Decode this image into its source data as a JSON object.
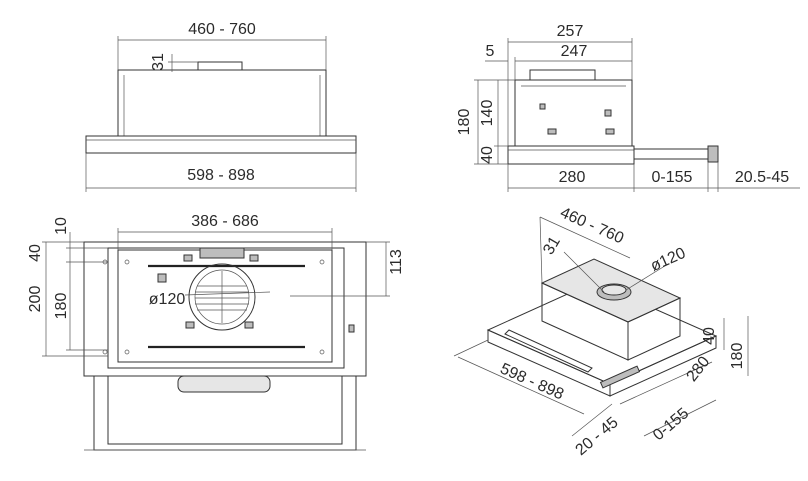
{
  "front_view": {
    "width_range": "460 - 760",
    "height_top": "31",
    "base_width": "598 - 898"
  },
  "side_view": {
    "depth_total": "257",
    "depth_inner": "247",
    "offset": "5",
    "height_total": "180",
    "height_upper": "140",
    "height_lower": "40",
    "base_depth": "280",
    "extension": "0-155",
    "handle_range": "20.5-45"
  },
  "bottom_view": {
    "inner_width": "386 - 686",
    "right_height": "113",
    "left_top": "10",
    "left_upper": "40",
    "left_total": "200",
    "left_inner": "180",
    "duct_diameter": "ø120"
  },
  "iso_view": {
    "width_range": "460 - 760",
    "height_top": "31",
    "duct_diameter": "ø120",
    "base_width": "598 - 898",
    "depth": "280",
    "height_lower": "40",
    "height_total": "180",
    "handle_range": "20 - 45",
    "extension": "0-155"
  }
}
